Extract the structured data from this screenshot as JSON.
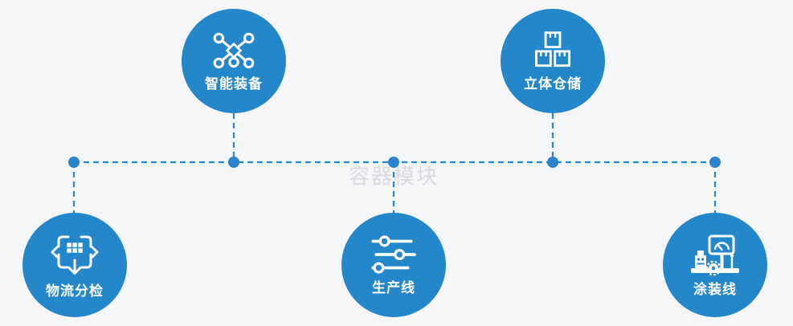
{
  "watermark": {
    "text": "容器模块"
  },
  "colors": {
    "background": "#f5f6f7",
    "node_fill": "#2487ca",
    "connector": "#2b84cd",
    "icon": "#ffffff",
    "label_text": "#ffffff",
    "watermark_text": "#dbdbdf"
  },
  "nodes": [
    {
      "label": "智能装备",
      "icon": "network-nodes-icon",
      "row": "top"
    },
    {
      "label": "立体仓储",
      "icon": "stacked-boxes-icon",
      "row": "top"
    },
    {
      "label": "物流分检",
      "icon": "distribute-arrows-icon",
      "row": "bottom"
    },
    {
      "label": "生产线",
      "icon": "sliders-icon",
      "row": "bottom"
    },
    {
      "label": "涂装线",
      "icon": "machine-station-icon",
      "row": "bottom"
    }
  ]
}
